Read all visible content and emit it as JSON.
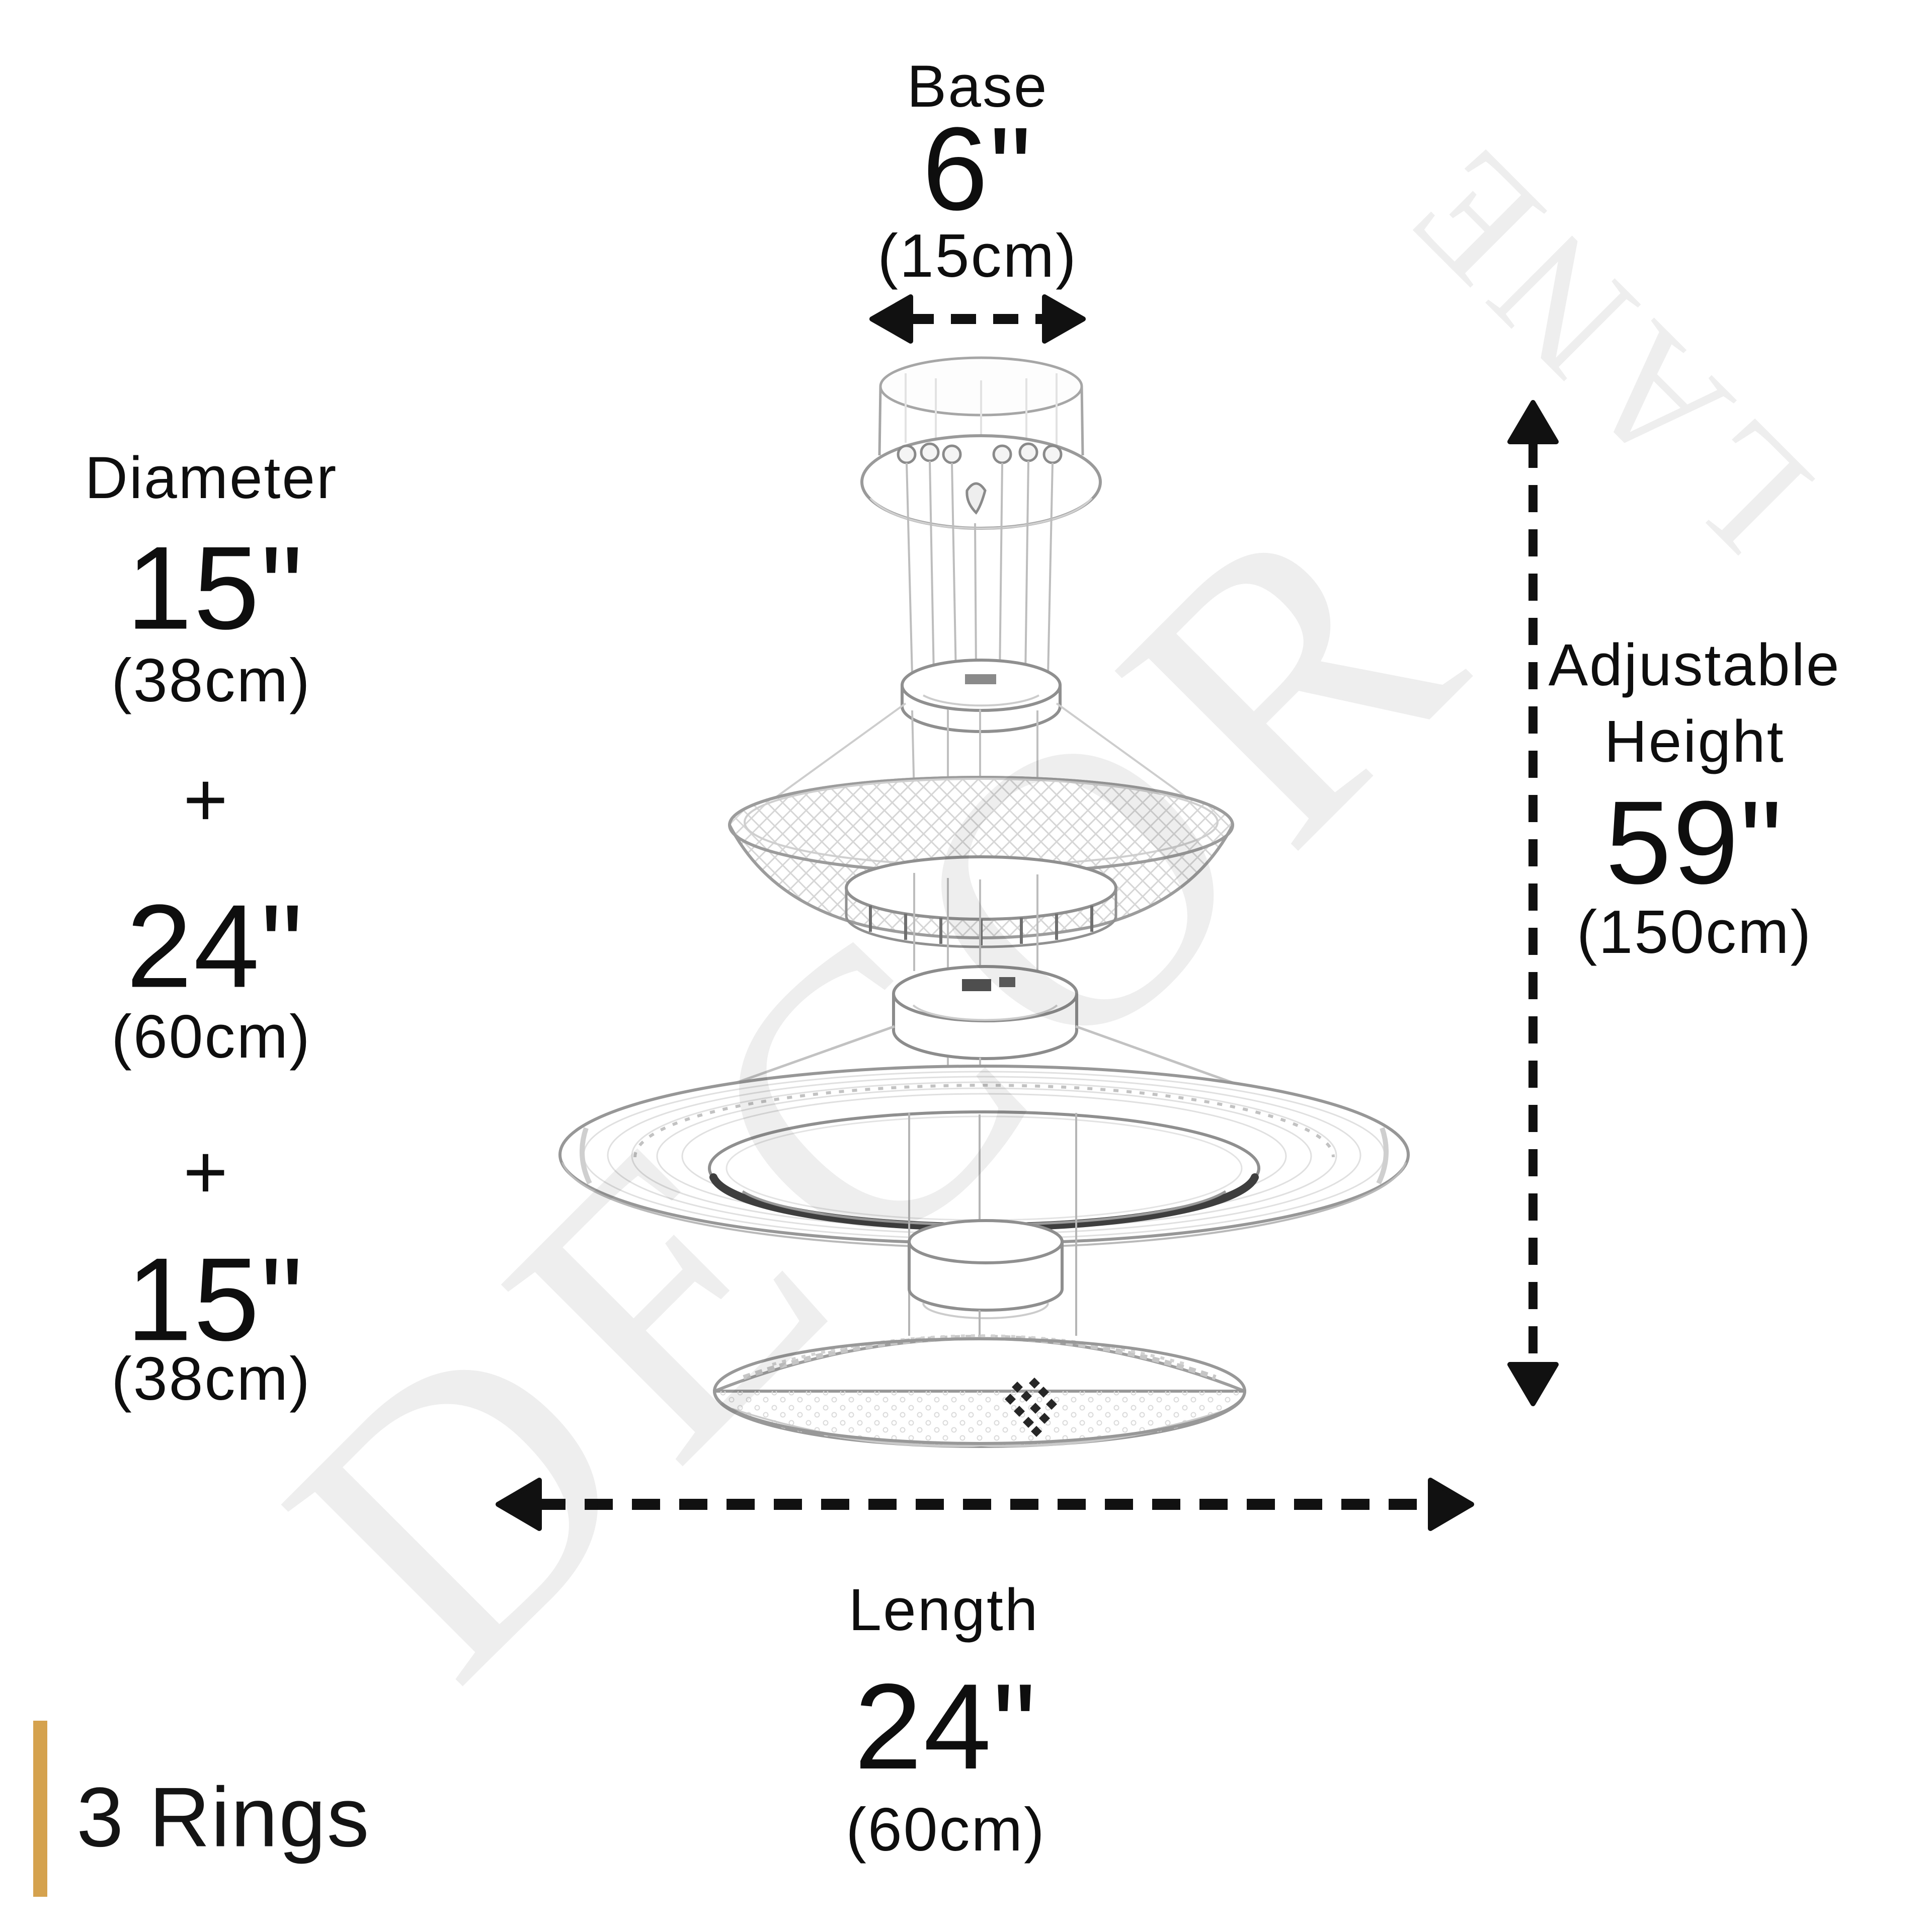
{
  "watermark": {
    "line1": "DECOR",
    "line2": "LANE",
    "color": "#ededed"
  },
  "dimensions": {
    "base": {
      "label": "Base",
      "inches": "6\"",
      "cm": "(15cm)"
    },
    "diameter": {
      "label": "Diameter",
      "plus": "+",
      "rings": [
        {
          "inches": "15\"",
          "cm": "(38cm)"
        },
        {
          "inches": "24\"",
          "cm": "(60cm)"
        },
        {
          "inches": "15\"",
          "cm": "(38cm)"
        }
      ]
    },
    "adjustable_height": {
      "label_line1": "Adjustable",
      "label_line2": "Height",
      "inches": "59\"",
      "cm": "(150cm)"
    },
    "length": {
      "label": "Length",
      "inches": "24\"",
      "cm": "(60cm)"
    }
  },
  "footer": {
    "variant_label": "3 Rings",
    "accent_color": "#D5A24E"
  },
  "colors": {
    "text": "#0e0e0e",
    "background": "#ffffff",
    "sketch_stroke": "#9a9a9a",
    "arrow": "#111111"
  }
}
